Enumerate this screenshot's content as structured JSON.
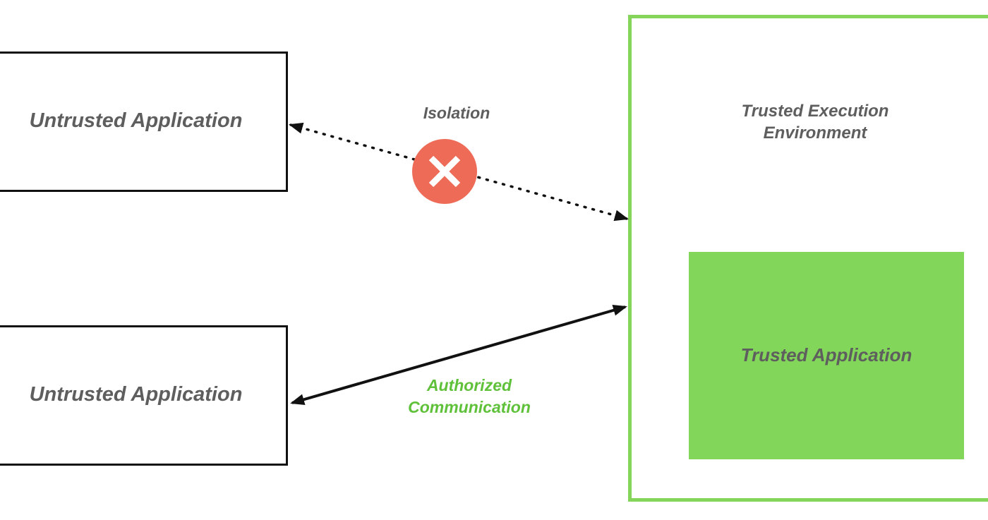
{
  "diagram": {
    "untrusted_top": {
      "label": "Untrusted Application"
    },
    "untrusted_bottom": {
      "label": "Untrusted Application"
    },
    "tee": {
      "label_line1": "Trusted Execution",
      "label_line2": "Environment"
    },
    "trusted_app": {
      "label": "Trusted Application"
    },
    "isolation": {
      "label": "Isolation",
      "status_icon": "x-circle-icon",
      "color": "#ee6b57"
    },
    "authorized": {
      "label_line1": "Authorized",
      "label_line2": "Communication",
      "color": "#5fc13a"
    },
    "colors": {
      "tee_border": "#84d55a",
      "trusted_app_fill": "#82d65a",
      "text": "#5e5e5e",
      "box_border": "#111111"
    }
  }
}
